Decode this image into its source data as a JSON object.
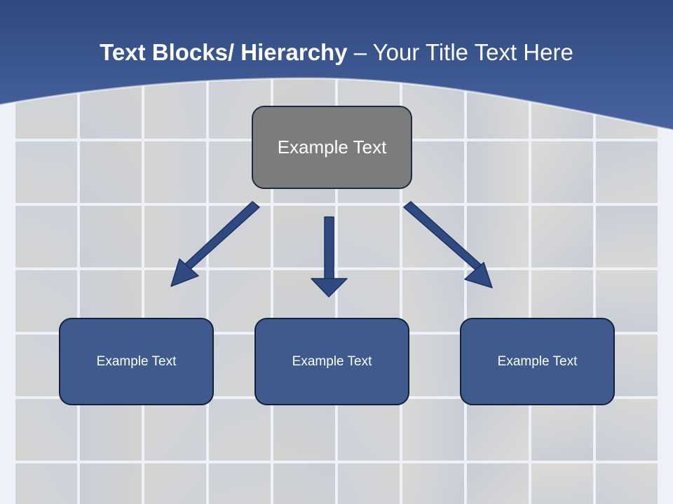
{
  "slide": {
    "title_bold": "Text Blocks/ Hierarchy",
    "title_dash": " – ",
    "title_regular": "Your Title Text Here"
  },
  "hierarchy": {
    "top_box": {
      "label": "Example Text"
    },
    "child_boxes": [
      {
        "label": "Example Text"
      },
      {
        "label": "Example Text"
      },
      {
        "label": "Example Text"
      }
    ]
  },
  "colors": {
    "header": "#3d5891",
    "top_box": "#7c7c7c",
    "child_box": "#3f5a8c",
    "arrow": "#2e4a80"
  },
  "background": {
    "description_icon": "photo-collage-people-at-work"
  }
}
